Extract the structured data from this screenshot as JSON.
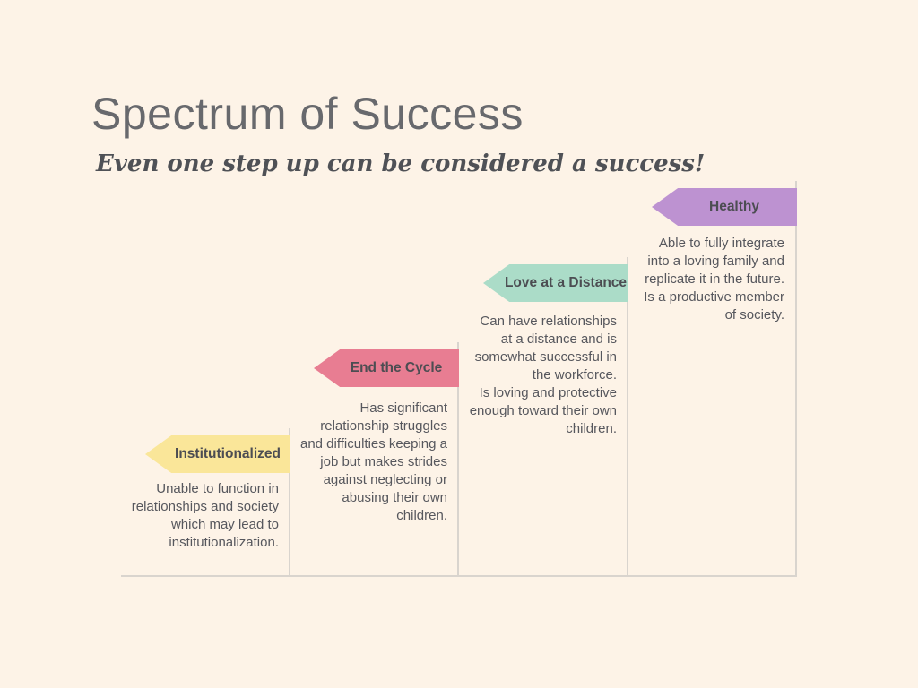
{
  "page": {
    "background_color": "#fdf3e7",
    "line_color": "#d9d4ce"
  },
  "header": {
    "title": "Spectrum of Success",
    "subtitle": "Even one step up can be considered a success!"
  },
  "steps": [
    {
      "label": "Institutionalized",
      "color": "#fae699",
      "description": "Unable to function in relationships and society which may lead to institutionalization."
    },
    {
      "label": "End the Cycle",
      "color": "#e87d92",
      "description": "Has significant relationship struggles and difficulties keeping a job but makes strides against neglecting or abusing their own children."
    },
    {
      "label": "Love at a Distance",
      "color": "#abdcc8",
      "description": "Can have relationships at a distance and is somewhat successful in the workforce.\nIs loving and protective enough toward their own children."
    },
    {
      "label": "Healthy",
      "color": "#bd92d1",
      "description": "Able to fully integrate into a loving family and replicate it in the future. Is a productive member of society."
    }
  ]
}
